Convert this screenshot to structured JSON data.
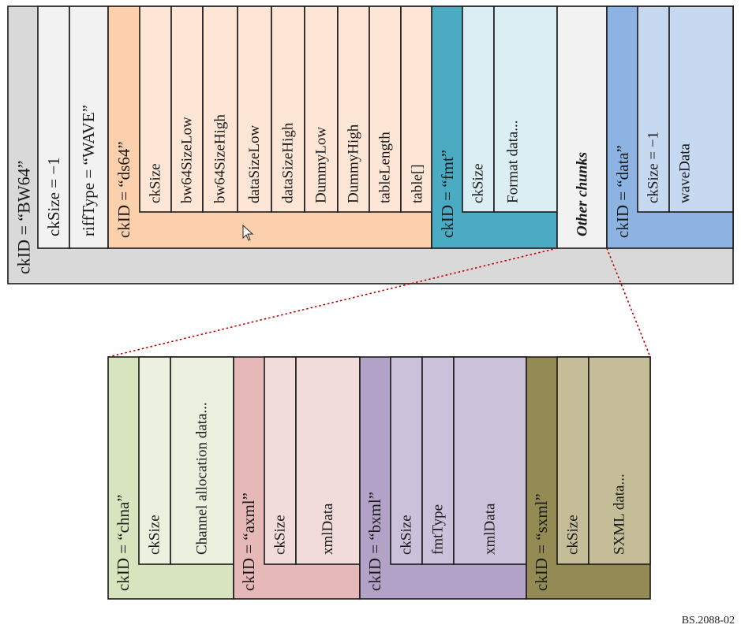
{
  "colors": {
    "bw64": "#d9d9d9",
    "ds64_dark": "#fdd0ad",
    "ds64_light": "#fde6d6",
    "fmt_dark": "#4aabc3",
    "fmt_light": "#daeef3",
    "other": "#f2f2f2",
    "data_dark": "#8db3e2",
    "data_light": "#c6d9f1",
    "chna_dark": "#d7e4bd",
    "chna_light": "#ebf1de",
    "axml_dark": "#e6b9b8",
    "axml_light": "#f2dcdb",
    "bxml_dark": "#b3a2c7",
    "bxml_light": "#ccc1da",
    "sxml_dark": "#948a54",
    "sxml_light": "#c4bd97",
    "white_light": "#f2f2f2",
    "connector": "#c00000"
  },
  "top": {
    "root_label": "ckID = “BW64”",
    "cksize_label": "ckSize = −1",
    "rifftype_label": "riffType = “WAVE”",
    "ds64": {
      "id_label": "ckID = “ds64”",
      "fields": [
        "ckSize",
        "bw64SizeLow",
        "bw64SizeHigh",
        "dataSizeLow",
        "dataSizeHigh",
        "DummyLow",
        "DummyHigh",
        "tableLength",
        "table[]"
      ]
    },
    "fmt": {
      "id_label": "ckID = “fmt”",
      "fields": [
        "ckSize",
        "Format data..."
      ]
    },
    "other_label": "Other chunks",
    "data": {
      "id_label": "ckID = “data”",
      "fields": [
        "ckSize = −1",
        "waveData"
      ]
    }
  },
  "bottom": {
    "chna": {
      "id_label": "ckID = “chna”",
      "fields": [
        "ckSize",
        "Channel allocation data..."
      ]
    },
    "axml": {
      "id_label": "ckID = “axml”",
      "fields": [
        "ckSize",
        "xmlData"
      ]
    },
    "bxml": {
      "id_label": "ckID = “bxml”",
      "fields": [
        "ckSize",
        "fmtType",
        "xmlData"
      ]
    },
    "sxml": {
      "id_label": "ckID = “sxml”",
      "fields": [
        "ckSize",
        "SXML data..."
      ]
    }
  },
  "figure_id": "BS.2088-02"
}
